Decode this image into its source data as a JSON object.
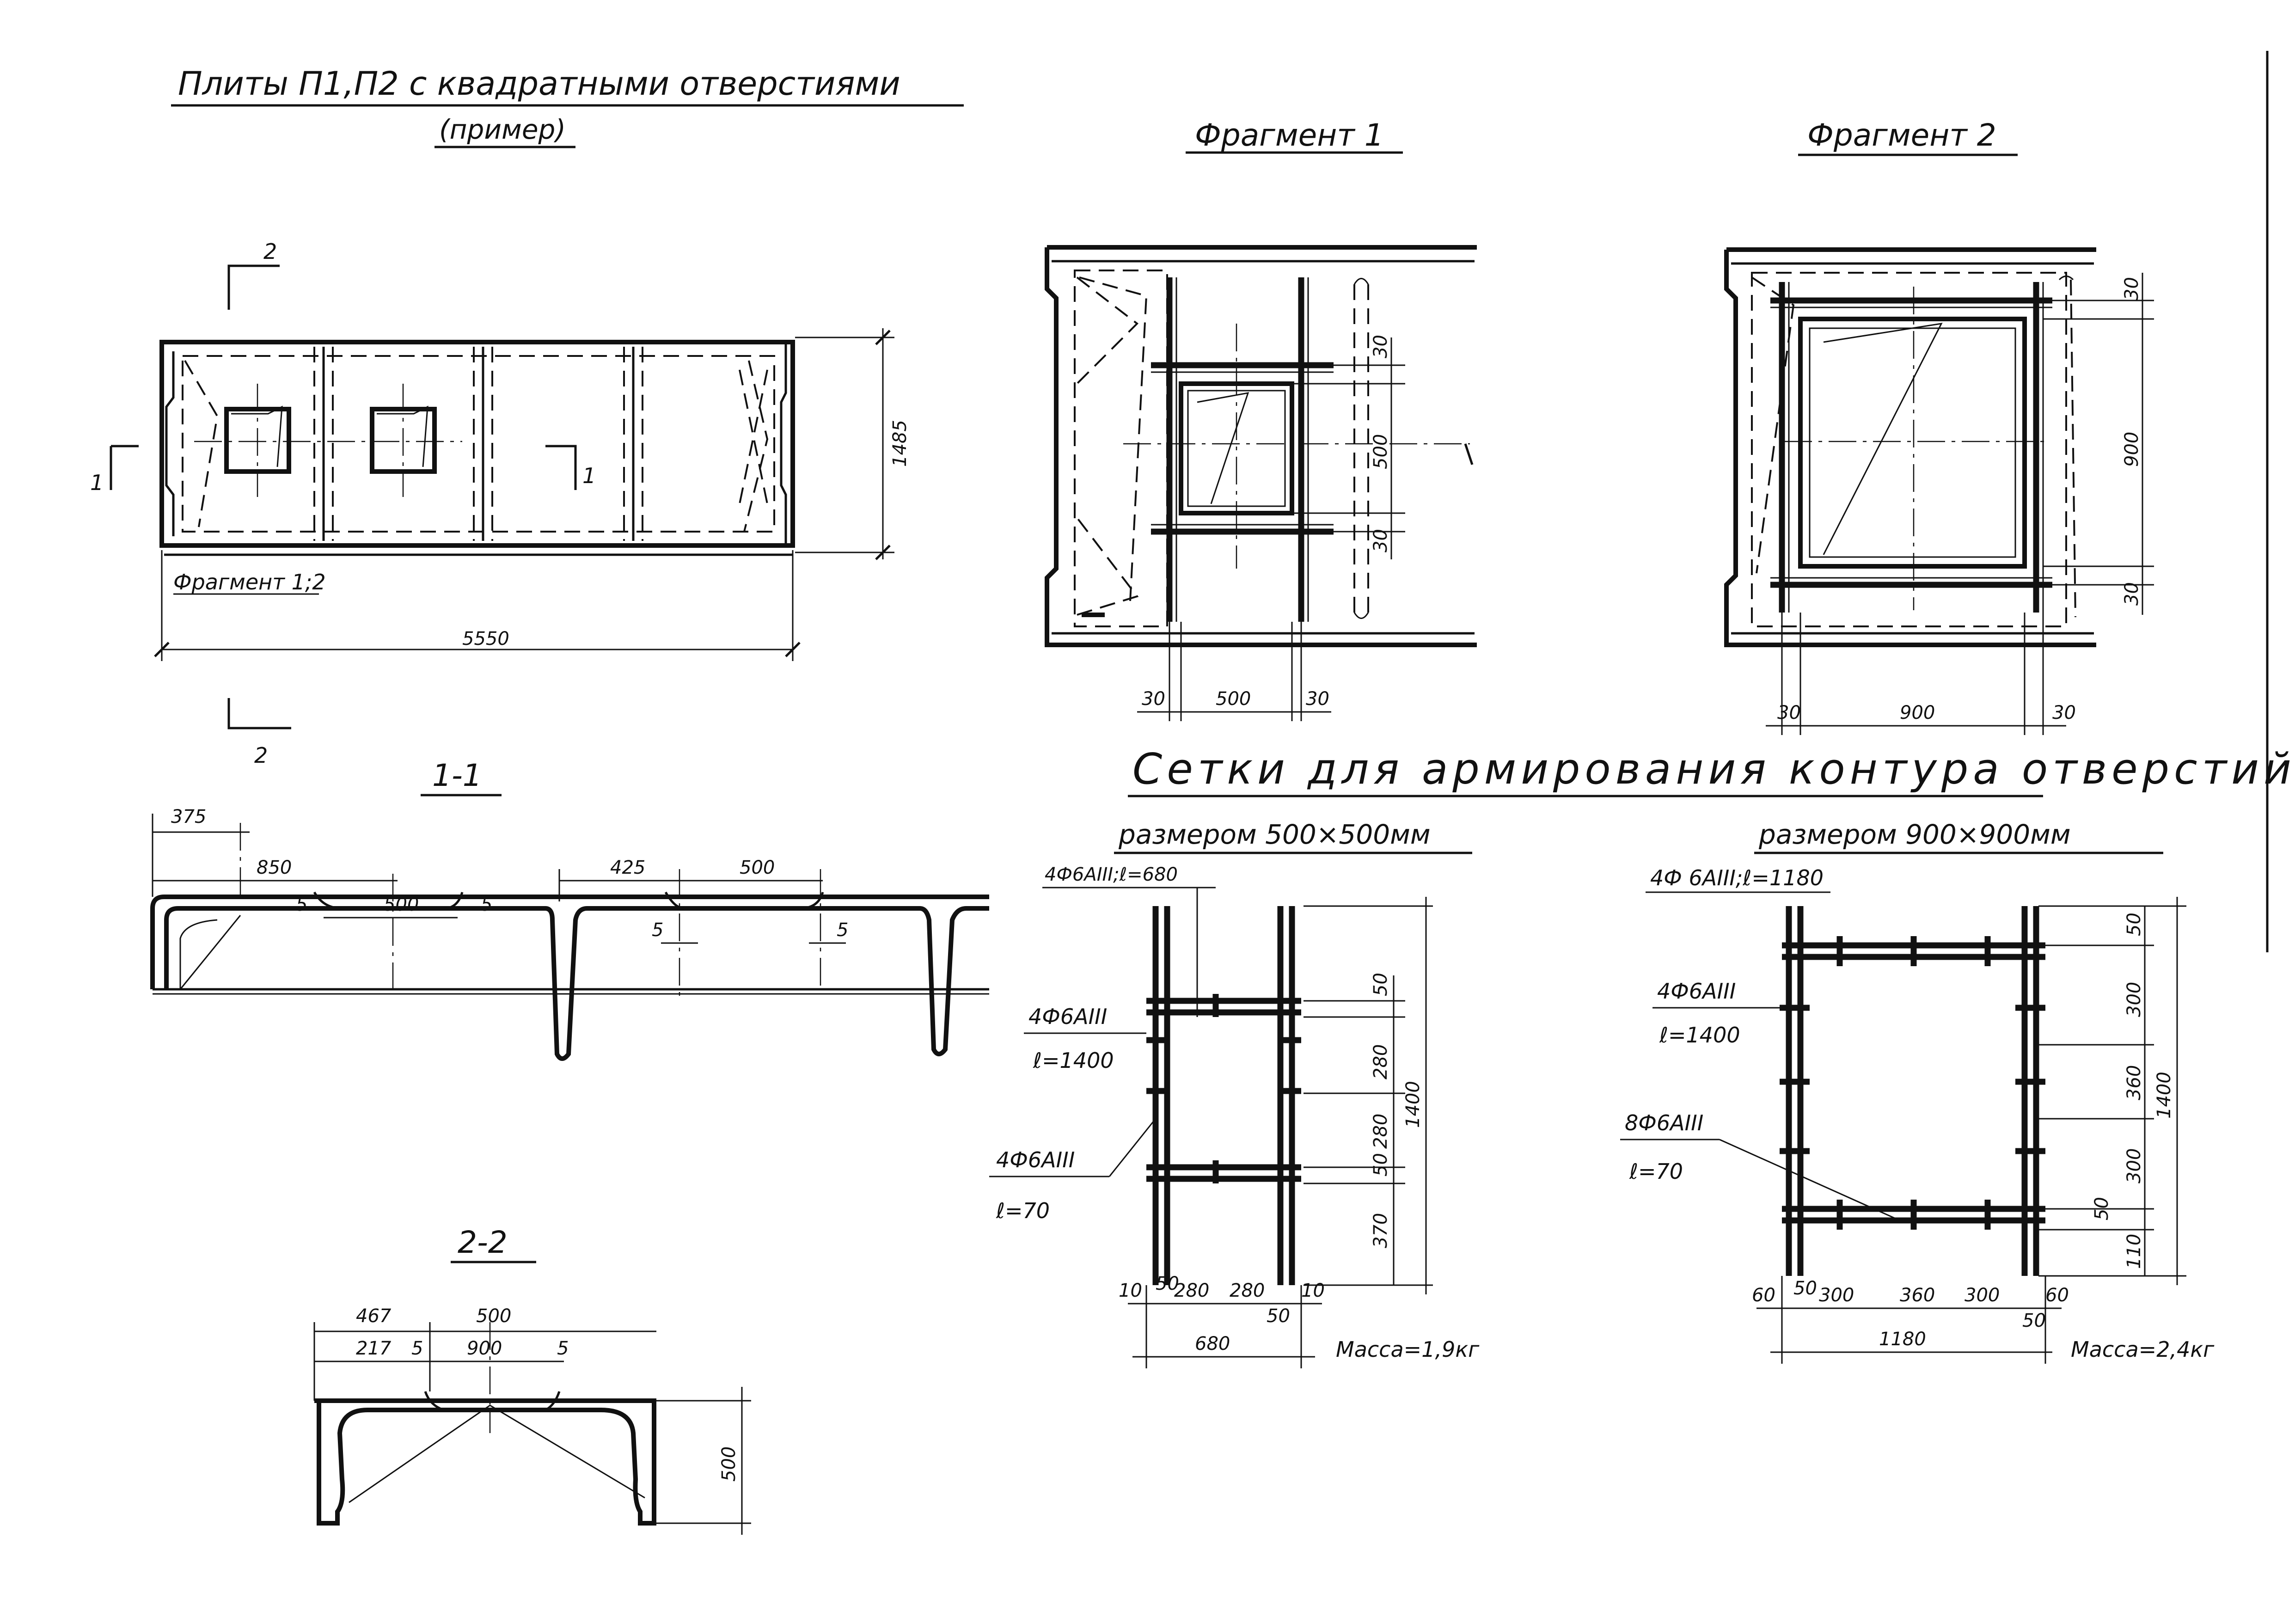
{
  "main_title": "Плиты П1,П2 с квадратными отверстиями",
  "main_subtitle": "(пример)",
  "plan": {
    "section_mark_2": "2",
    "section_mark_1_left": "1",
    "section_mark_1_right": "1",
    "fragment_label": "Фрагмент 1;2",
    "length": "5550",
    "height": "1485"
  },
  "fragment1": {
    "title": "Фрагмент 1",
    "dims_bottom": [
      "30",
      "500",
      "30"
    ],
    "dims_right": [
      "30",
      "500",
      "30"
    ]
  },
  "fragment2": {
    "title": "Фрагмент 2",
    "dims_bottom": [
      "30",
      "900",
      "30"
    ],
    "dims_right": [
      "30",
      "900",
      "30"
    ]
  },
  "section_1_1": {
    "title": "1-1",
    "dims": [
      "375",
      "850",
      "500",
      "5",
      "5",
      "425",
      "500",
      "5",
      "5"
    ]
  },
  "section_2_2": {
    "title": "2-2",
    "dims": [
      "467",
      "500",
      "217",
      "5",
      "900",
      "5",
      "500"
    ]
  },
  "meshes": {
    "title": "Сетки для армирования контура отверстий",
    "mesh500": {
      "title": "размером 500×500мм",
      "label_top": "4Ф6АIII;ℓ=680",
      "label_mid_a": "4Ф6АIII",
      "label_mid_b": "ℓ=1400",
      "label_low_a": "4Ф6АIII",
      "label_low_b": "ℓ=70",
      "dims_bottom": [
        "10",
        "50",
        "280",
        "280",
        "50",
        "10"
      ],
      "total_width": "680",
      "dims_right": [
        "50",
        "280",
        "50",
        "280",
        "370"
      ],
      "total_height": "1400",
      "mass": "Масса=1,9кг"
    },
    "mesh900": {
      "title": "размером 900×900мм",
      "label_top": "4Ф 6АIII;ℓ=1180",
      "label_mid_a": "4Ф6АIII",
      "label_mid_b": "ℓ=1400",
      "label_low_a": "8Ф6АIII",
      "label_low_b": "ℓ=70",
      "dims_bottom": [
        "60",
        "50",
        "300",
        "360",
        "300",
        "50",
        "60"
      ],
      "total_width": "1180",
      "dims_right": [
        "50",
        "300",
        "360",
        "300",
        "50",
        "110"
      ],
      "total_height": "1400",
      "mass": "Масса=2,4кг"
    }
  }
}
